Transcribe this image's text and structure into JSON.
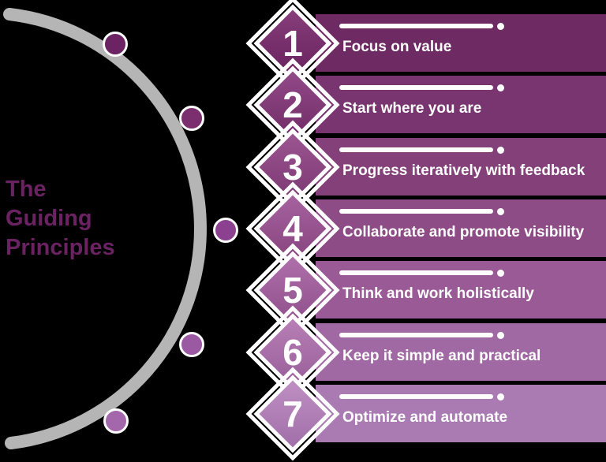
{
  "title": {
    "lines": [
      "The",
      "Guiding",
      "Principles"
    ],
    "color": "#6B2262"
  },
  "arc": {
    "color": "#B5B5B5",
    "dots": [
      {
        "color": "#6B2363"
      },
      {
        "color": "#7C2F6F"
      },
      {
        "color": "#8C4190"
      },
      {
        "color": "#9B58A3"
      },
      {
        "color": "#A467AB"
      }
    ]
  },
  "principles": [
    {
      "number": "1",
      "label": "Focus on value",
      "bar_color": "#6E2A62",
      "diamond_light": "#873E7B",
      "diamond_dark": "#6B2560"
    },
    {
      "number": "2",
      "label": "Start where you are",
      "bar_color": "#793570",
      "diamond_light": "#914987",
      "diamond_dark": "#75306B"
    },
    {
      "number": "3",
      "label": "Progress iteratively with feedback",
      "bar_color": "#844179",
      "diamond_light": "#9B5591",
      "diamond_dark": "#803C76"
    },
    {
      "number": "4",
      "label": "Collaborate and promote visibility",
      "bar_color": "#8E4C86",
      "diamond_light": "#A5629E",
      "diamond_dark": "#8A4782"
    },
    {
      "number": "5",
      "label": "Think and work holistically",
      "bar_color": "#995A96",
      "diamond_light": "#AF6FA9",
      "diamond_dark": "#93538F"
    },
    {
      "number": "6",
      "label": "Keep it simple and practical",
      "bar_color": "#A169A3",
      "diamond_light": "#B77FB5",
      "diamond_dark": "#9C629D"
    },
    {
      "number": "7",
      "label": "Optimize and automate",
      "bar_color": "#A97BB2",
      "diamond_light": "#BE8FC2",
      "diamond_dark": "#A473AC"
    }
  ]
}
